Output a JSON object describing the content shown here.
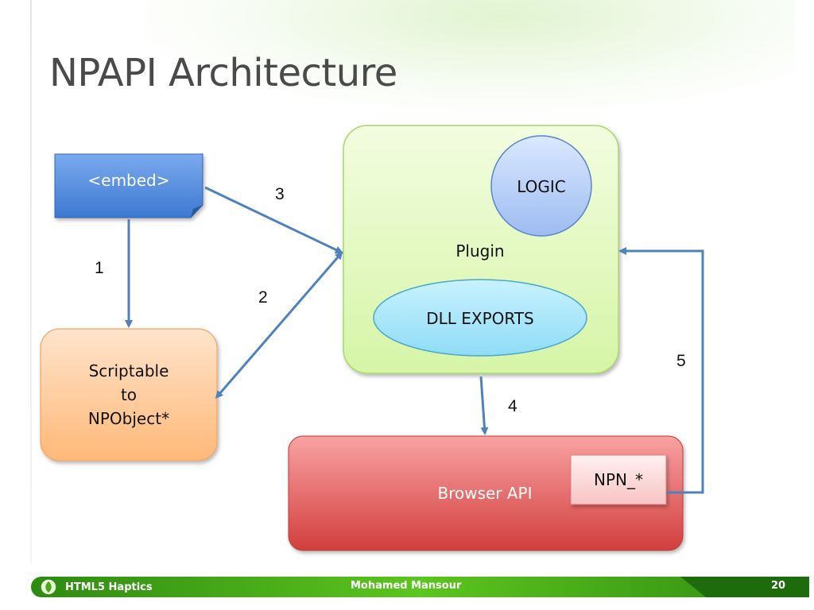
{
  "slide": {
    "title": "NPAPI Architecture"
  },
  "diagram": {
    "nodes": {
      "embed": "<embed>",
      "scriptable": [
        "Scriptable",
        "to",
        "NPObject*"
      ],
      "plugin": "Plugin",
      "logic": "LOGIC",
      "dll_exports": "DLL EXPORTS",
      "browser_api": "Browser API",
      "npn": "NPN_*"
    },
    "edges": [
      "1",
      "2",
      "3",
      "4",
      "5"
    ]
  },
  "footer": {
    "left": "HTML5 Haptics",
    "center": "Mohamed Mansour",
    "page_number": "20"
  }
}
